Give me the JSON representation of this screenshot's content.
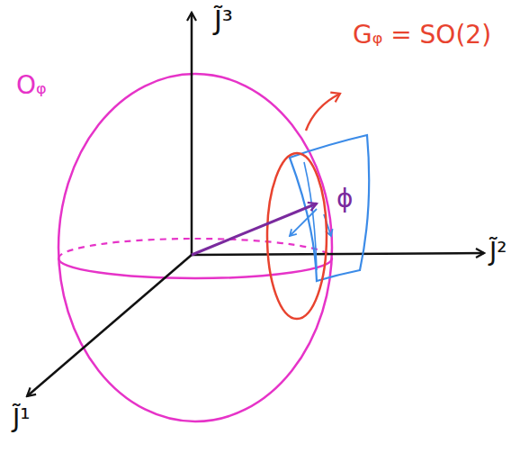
{
  "diagram": {
    "labels": [
      "J̃³",
      "Gᵩ = SO(2)",
      "Oᵩ",
      "ϕ",
      "J̃²",
      "J̃¹"
    ]
  }
}
